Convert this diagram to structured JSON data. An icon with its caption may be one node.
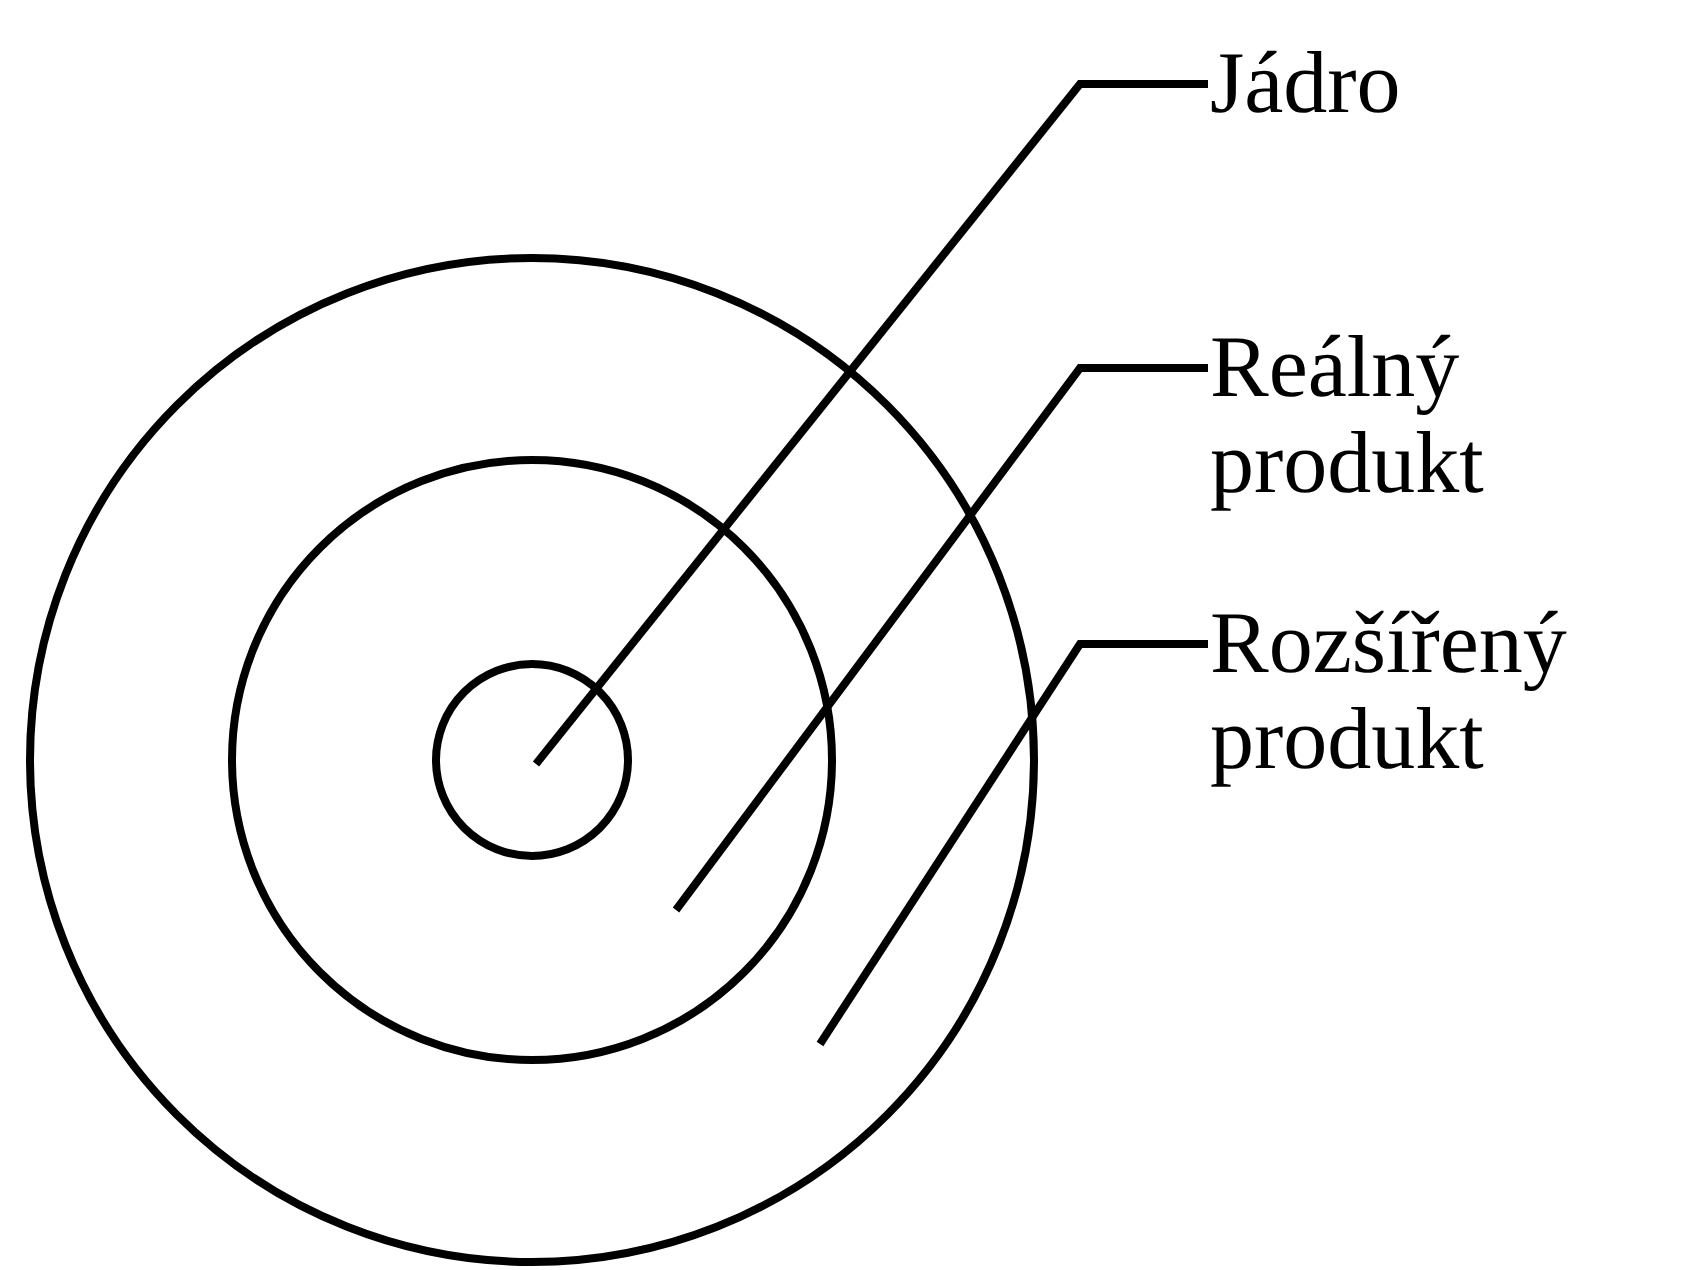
{
  "diagram": {
    "nodes": [
      {
        "text": [],
        "shape": "circle"
      },
      {
        "text": [],
        "shape": "circle",
        "in": 0
      },
      {
        "text": [],
        "shape": "circle",
        "in": 1
      },
      {
        "text": [
          "Jádro"
        ]
      },
      {
        "text": [
          "Reálný produkt"
        ]
      },
      {
        "text": [
          "Rozšířený produkt"
        ]
      }
    ],
    "edges": [
      {
        "from": 3,
        "to": 2,
        "arrow": "none"
      },
      {
        "from": 4,
        "to": 1,
        "arrow": "none"
      },
      {
        "from": 5,
        "to": 0,
        "arrow": "none"
      }
    ]
  }
}
